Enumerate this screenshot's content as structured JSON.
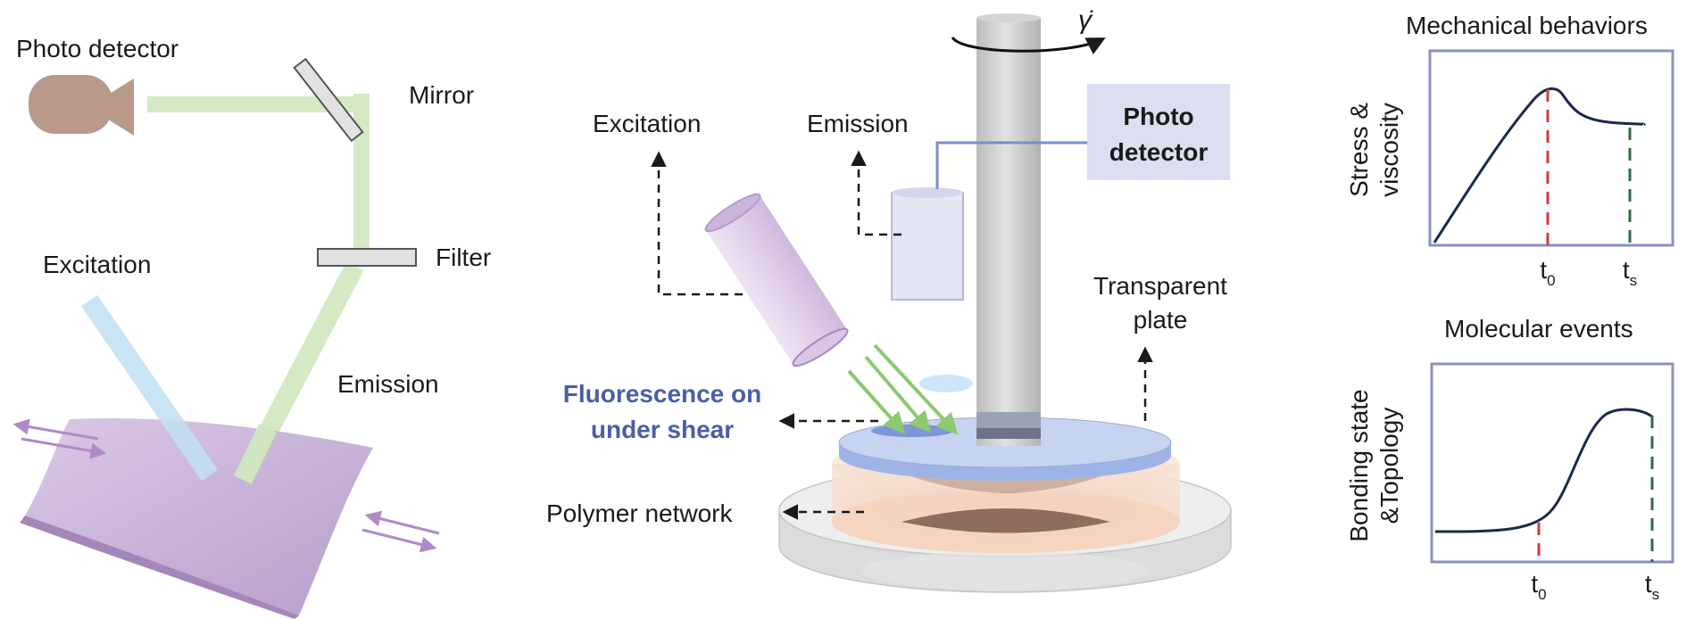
{
  "left_setup": {
    "photo_detector": "Photo detector",
    "mirror": "Mirror",
    "filter": "Filter",
    "excitation": "Excitation",
    "emission": "Emission"
  },
  "center_setup": {
    "gamma_dot": "γ̇",
    "excitation": "Excitation",
    "emission": "Emission",
    "photo_detector_line1": "Photo",
    "photo_detector_line2": "detector",
    "transparent_plate_line1": "Transparent",
    "transparent_plate_line2": "plate",
    "fluorescence_line1": "Fluorescence on",
    "fluorescence_line2": "under shear",
    "polymer_network": "Polymer network"
  },
  "mechanical_panel": {
    "title": "Mechanical behaviors",
    "ylabel_line1": "Stress &",
    "ylabel_line2": "viscosity",
    "t0_base": "t",
    "t0_sub": "0",
    "ts_base": "t",
    "ts_sub": "s"
  },
  "molecular_panel": {
    "title": "Molecular events",
    "ylabel_line1": "Bonding state",
    "ylabel_line2": "&Topology",
    "t0_base": "t",
    "t0_sub": "0",
    "ts_base": "t",
    "ts_sub": "s"
  },
  "colors": {
    "accent_text": "#4a5ea8",
    "frame": "#8a90c0",
    "curve": "#1b2a4a",
    "t0_marker": "#d23a3a",
    "ts_marker": "#2f6b45",
    "emission_beam": "#cfe6bf",
    "excitation_beam": "#bfe0f2",
    "film": "#c7b2d6",
    "detector_body": "#b8998a",
    "detector_box": "#dcdff0"
  }
}
